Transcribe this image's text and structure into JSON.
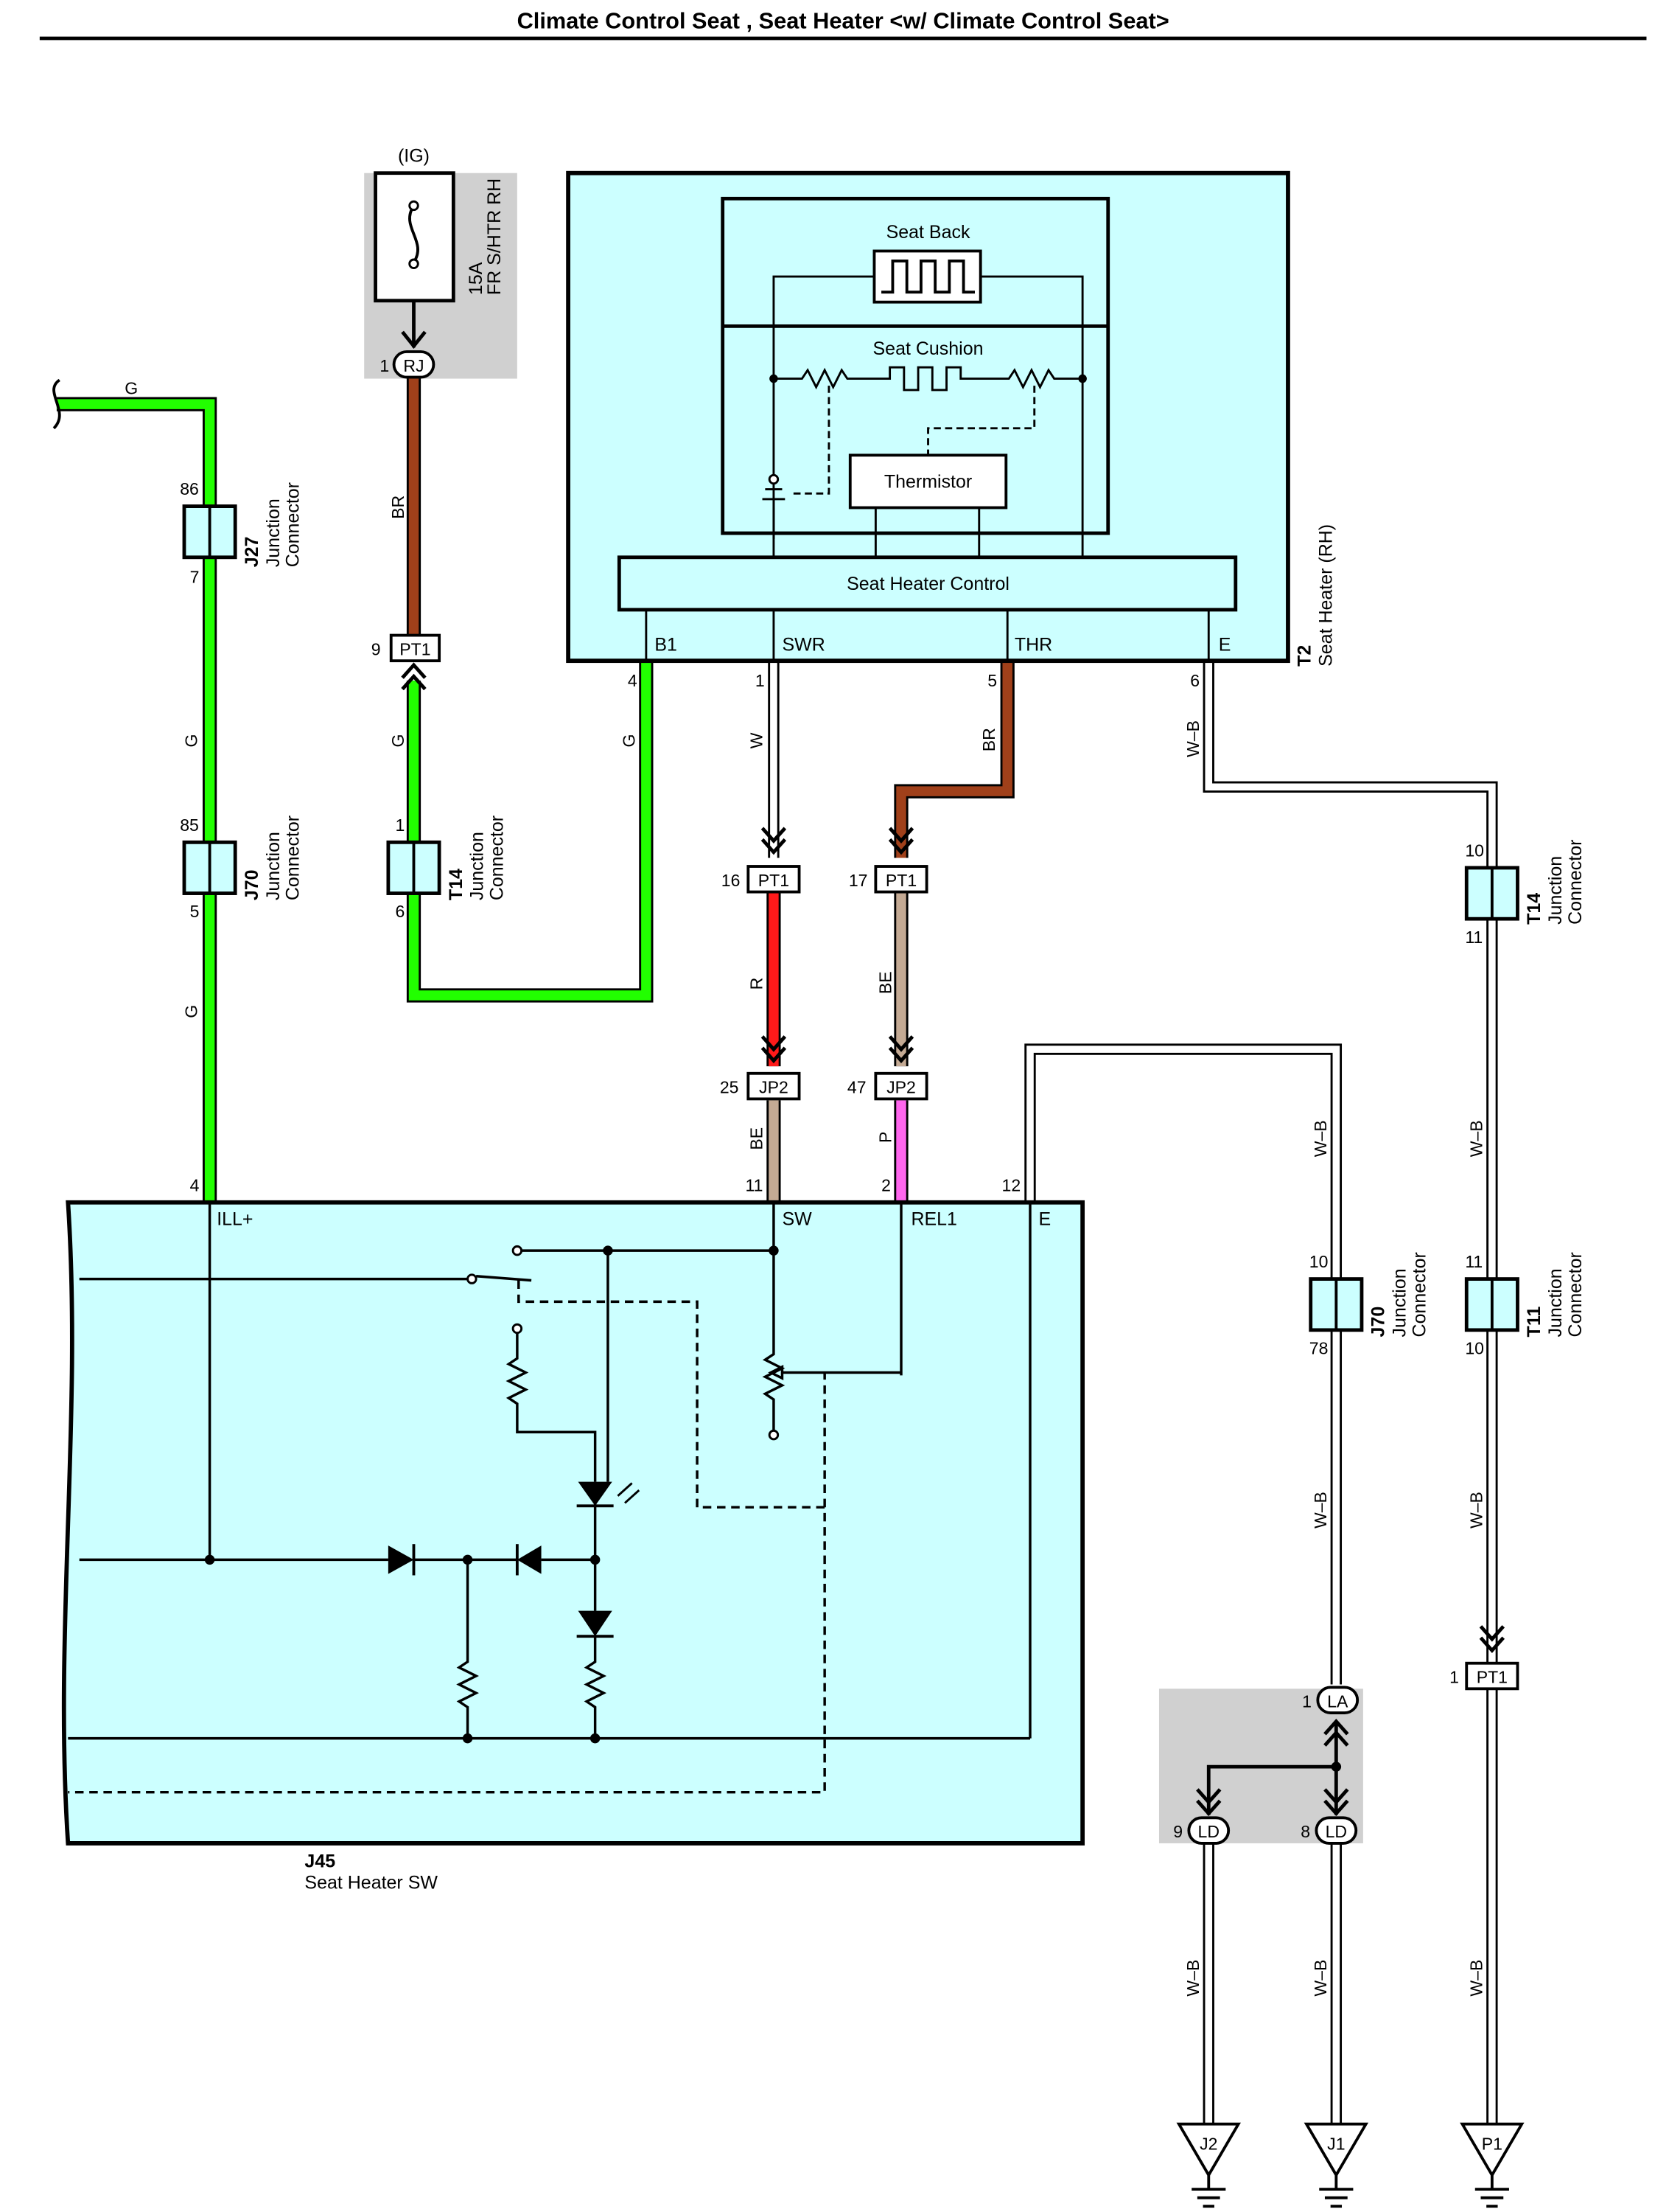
{
  "title": "Climate Control Seat , Seat Heater <w/ Climate Control Seat>",
  "fuse": {
    "supply": "(IG)",
    "rating": "15A",
    "name": "FR S/HTR RH",
    "pin": "1",
    "connector": "RJ"
  },
  "seat_heater": {
    "code": "T2",
    "name": "Seat Heater (RH)",
    "seat_back": "Seat Back",
    "seat_cushion": "Seat Cushion",
    "thermistor": "Thermistor",
    "control": "Seat Heater Control",
    "pins": {
      "b1": "B1",
      "swr": "SWR",
      "thr": "THR",
      "e": "E"
    },
    "pin_nums": {
      "b1": "4",
      "swr": "1",
      "thr": "5",
      "e": "6"
    }
  },
  "switch": {
    "code": "J45",
    "name": "Seat Heater SW",
    "pins": {
      "ill": "ILL+",
      "sw": "SW",
      "rel1": "REL1",
      "e": "E"
    },
    "pin_nums": {
      "ill": "4",
      "sw": "11",
      "rel1": "2",
      "e": "12"
    }
  },
  "junctions": {
    "j27": {
      "code": "J27",
      "t1": "Junction",
      "t2": "Connector",
      "top": "86",
      "bottom": "7"
    },
    "j70a": {
      "code": "J70",
      "t1": "Junction",
      "t2": "Connector",
      "top": "85",
      "bottom": "5"
    },
    "t14a": {
      "code": "T14",
      "t1": "Junction",
      "t2": "Connector",
      "top": "1",
      "bottom": "6"
    },
    "t14b": {
      "code": "T14",
      "t1": "Junction",
      "t2": "Connector",
      "top": "10",
      "bottom": "11"
    },
    "j70b": {
      "code": "J70",
      "t1": "Junction",
      "t2": "Connector",
      "top": "10",
      "bottom": "78"
    },
    "t11": {
      "code": "T11",
      "t1": "Junction",
      "t2": "Connector",
      "top": "11",
      "bottom": "10"
    }
  },
  "connectors": {
    "pt1_9": {
      "pin": "9",
      "name": "PT1"
    },
    "pt1_16": {
      "pin": "16",
      "name": "PT1"
    },
    "pt1_17": {
      "pin": "17",
      "name": "PT1"
    },
    "jp2_25": {
      "pin": "25",
      "name": "JP2"
    },
    "jp2_47": {
      "pin": "47",
      "name": "JP2"
    },
    "pt1_1": {
      "pin": "1",
      "name": "PT1"
    },
    "la": {
      "pin": "1",
      "name": "LA"
    },
    "ld9": {
      "pin": "9",
      "name": "LD"
    },
    "ld8": {
      "pin": "8",
      "name": "LD"
    }
  },
  "wires": {
    "g_top": "G",
    "g1": "G",
    "g2": "G",
    "g3": "G",
    "g4": "G",
    "br1": "BR",
    "w1": "W",
    "br2": "BR",
    "wb1": "W–B",
    "r1": "R",
    "be1": "BE",
    "be2": "BE",
    "p1": "P",
    "wb2": "W–B",
    "wb3": "W–B",
    "wb4": "W–B",
    "wb5": "W–B",
    "wb6": "W–B",
    "wb7": "W–B",
    "wb8": "W–B"
  },
  "grounds": {
    "j2": "J2",
    "j1": "J1",
    "p1": "P1"
  },
  "colors": {
    "green": "#22ff00",
    "brown": "#a0401a",
    "red": "#ff1a1a",
    "beige": "#c4aa94",
    "pink": "#ff66ee",
    "box": "#ccffff",
    "gray": "#d0d0d0"
  }
}
